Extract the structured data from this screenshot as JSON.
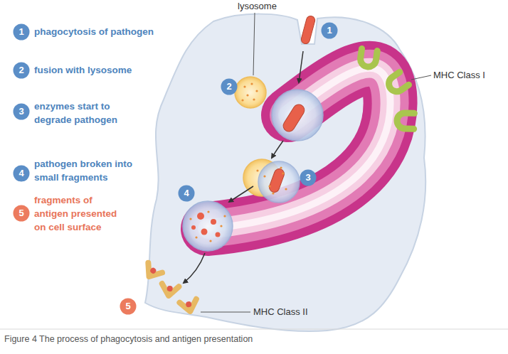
{
  "diagram": {
    "caption": "Figure 4 The process of phagocytosis and antigen presentation",
    "nodes": [
      {
        "text": [
          "1",
          "phagocytosis of pathogen"
        ]
      },
      {
        "text": [
          "2",
          "fusion with lysosome"
        ]
      },
      {
        "text": [
          "3",
          "enzymes start to degrade pathogen"
        ]
      },
      {
        "text": [
          "4",
          "pathogen broken into small fragments"
        ]
      },
      {
        "text": [
          "5",
          "fragments of antigen presented on cell surface"
        ]
      },
      {
        "text": [
          "1"
        ]
      },
      {
        "text": [
          "2"
        ]
      },
      {
        "text": [
          "3"
        ]
      },
      {
        "text": [
          "4"
        ]
      },
      {
        "text": [
          "5"
        ]
      }
    ],
    "labels": [
      "lysosome",
      "MHC Class I",
      "MHC Class II"
    ]
  }
}
